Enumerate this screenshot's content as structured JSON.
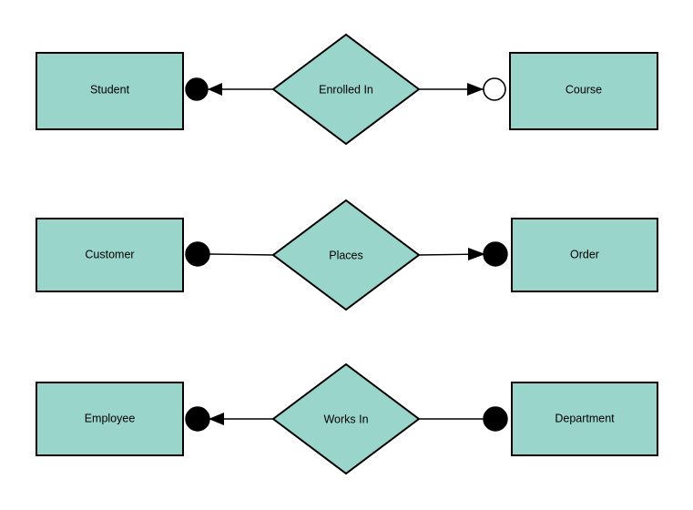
{
  "diagram": {
    "type": "er-diagram",
    "background_color": "#ffffff",
    "entity_fill": "#9AD5CB",
    "entity_stroke": "#000000",
    "relationship_fill": "#9AD5CB",
    "line_color": "#000000",
    "rows": [
      {
        "id": "row-enrolled-in",
        "left_entity": "Student",
        "relationship": "Enrolled In",
        "right_entity": "Course",
        "left_connector": {
          "marker": "filled-circle",
          "arrow": "left"
        },
        "right_connector": {
          "marker": "open-circle",
          "arrow": "right"
        }
      },
      {
        "id": "row-places",
        "left_entity": "Customer",
        "relationship": "Places",
        "right_entity": "Order",
        "left_connector": {
          "marker": "filled-circle",
          "arrow": "none"
        },
        "right_connector": {
          "marker": "filled-circle",
          "arrow": "right"
        }
      },
      {
        "id": "row-works-in",
        "left_entity": "Employee",
        "relationship": "Works In",
        "right_entity": "Department",
        "left_connector": {
          "marker": "filled-circle",
          "arrow": "left"
        },
        "right_connector": {
          "marker": "filled-circle",
          "arrow": "none"
        }
      }
    ]
  }
}
